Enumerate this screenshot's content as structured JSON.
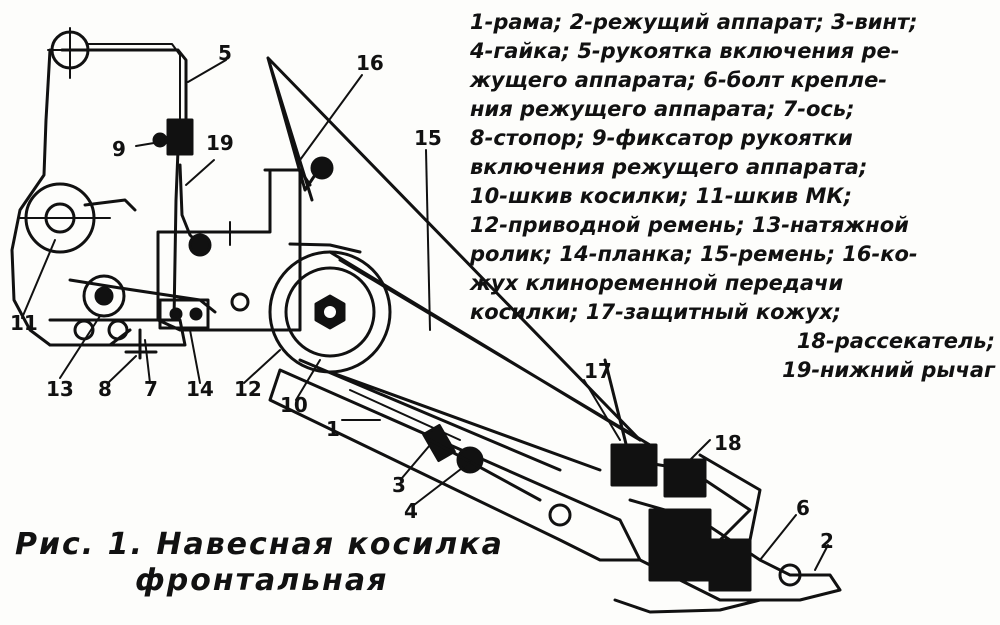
{
  "legend_lines": [
    "1-рама; 2-режущий аппарат; 3-винт;",
    "4-гайка; 5-рукоятка включения ре-",
    "жущего аппарата; 6-болт крепле-",
    "ния режущего аппарата; 7-ось;",
    "8-стопор; 9-фиксатор рукоятки",
    "включения режущего аппарата;",
    "10-шкив косилки; 11-шкив МК;",
    "12-приводной ремень; 13-натяжной",
    "ролик; 14-планка; 15-ремень; 16-ко-",
    "жух клиноременной передачи",
    "косилки; 17-защитный кожух;",
    "18-рассекатель;",
    "19-нижний рычаг"
  ],
  "caption": {
    "line1": "Рис. 1. Навесная косилка",
    "line2": "фронтальная"
  },
  "callouts": {
    "n1": "1",
    "n2": "2",
    "n3": "3",
    "n4": "4",
    "n5": "5",
    "n6": "6",
    "n7": "7",
    "n8": "8",
    "n9": "9",
    "n10": "10",
    "n11": "11",
    "n12": "12",
    "n13": "13",
    "n14": "14",
    "n15": "15",
    "n16": "16",
    "n17": "17",
    "n18": "18",
    "n19": "19"
  }
}
